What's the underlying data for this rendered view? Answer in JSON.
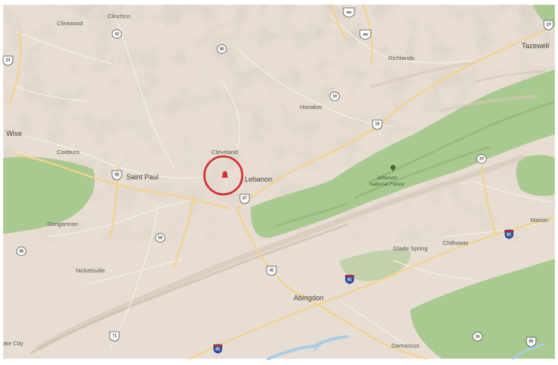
{
  "map": {
    "places": [
      {
        "id": "clinchco",
        "name": "Clinchco",
        "cls": "town"
      },
      {
        "id": "clintwood",
        "name": "Clintwood",
        "cls": "town"
      },
      {
        "id": "richlands",
        "name": "Richlands",
        "cls": "town"
      },
      {
        "id": "tazewell",
        "name": "Tazewell",
        "cls": "city"
      },
      {
        "id": "honaker",
        "name": "Honaker",
        "cls": "town"
      },
      {
        "id": "wise",
        "name": "Wise",
        "cls": "city"
      },
      {
        "id": "coeburn",
        "name": "Coeburn",
        "cls": "town"
      },
      {
        "id": "cleveland",
        "name": "Cleveland",
        "cls": "town"
      },
      {
        "id": "saint-paul",
        "name": "Saint Paul",
        "cls": "city"
      },
      {
        "id": "lebanon",
        "name": "Lebanon",
        "cls": "city"
      },
      {
        "id": "dungannon",
        "name": "Dungannon",
        "cls": "town"
      },
      {
        "id": "nickelsville",
        "name": "Nickelsville",
        "cls": "town"
      },
      {
        "id": "glade-spring",
        "name": "Glade Spring",
        "cls": "town"
      },
      {
        "id": "chilhowie",
        "name": "Chilhowie",
        "cls": "town"
      },
      {
        "id": "marion",
        "name": "Marion",
        "cls": "town"
      },
      {
        "id": "abingdon",
        "name": "Abingdon",
        "cls": "city"
      },
      {
        "id": "damascus",
        "name": "Damascus",
        "cls": "town"
      },
      {
        "id": "gate-city",
        "name": "ate City",
        "cls": "town"
      }
    ],
    "forest_label": [
      "Jefferson",
      "National Forest"
    ],
    "route_shields": [
      {
        "id": "r43",
        "num": "43",
        "type": "circle"
      },
      {
        "id": "r80",
        "num": "80",
        "type": "circle"
      },
      {
        "id": "r460a",
        "num": "460",
        "type": "us"
      },
      {
        "id": "r460b",
        "num": "460",
        "type": "us"
      },
      {
        "id": "r19a",
        "num": "19",
        "type": "us"
      },
      {
        "id": "r19b",
        "num": "19",
        "type": "us"
      },
      {
        "id": "r19c",
        "num": "19",
        "type": "us"
      },
      {
        "id": "r19d",
        "num": "19",
        "type": "us"
      },
      {
        "id": "r67",
        "num": "67",
        "type": "circle"
      },
      {
        "id": "r42",
        "num": "42",
        "type": "circle"
      },
      {
        "id": "r58a",
        "num": "58",
        "type": "us"
      },
      {
        "id": "r58b",
        "num": "58",
        "type": "us"
      },
      {
        "id": "r58c",
        "num": "58",
        "type": "us"
      },
      {
        "id": "r71",
        "num": "71",
        "type": "circle"
      },
      {
        "id": "r65",
        "num": "65",
        "type": "circle"
      },
      {
        "id": "r81a",
        "num": "81",
        "type": "interstate"
      },
      {
        "id": "r81b",
        "num": "81",
        "type": "interstate"
      },
      {
        "id": "r81c",
        "num": "81",
        "type": "interstate"
      },
      {
        "id": "r16",
        "num": "16",
        "type": "circle"
      },
      {
        "id": "r23",
        "num": "23",
        "type": "us"
      }
    ],
    "colors": {
      "land": "#e7ddd2",
      "forest": "#a8c98f",
      "forest_dark": "#8fb877",
      "road": "#f3d38a",
      "minor_road": "#f6eee5",
      "water": "#a9cde8",
      "marker": "#d32f2f"
    },
    "marker": {
      "icon": "location-pin-icon"
    }
  }
}
